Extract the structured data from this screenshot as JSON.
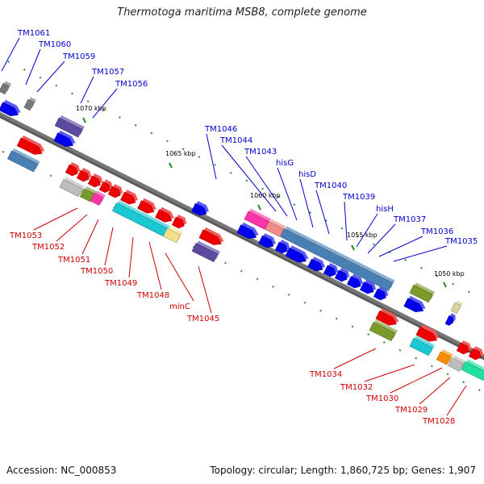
{
  "title": "Thermotoga maritima MSB8, complete genome",
  "footer": {
    "accession": "Accession: NC_000853",
    "topology": "Topology: circular; Length: 1,860,725 bp; Genes: 1,907"
  },
  "scale_labels": [
    "1070 kbp",
    "1065 kbp",
    "1060 kbp",
    "1055 kbp",
    "1050 kbp"
  ],
  "upper_labels": [
    "TM1061",
    "TM1060",
    "TM1059",
    "TM1057",
    "TM1056",
    "TM1046",
    "TM1044",
    "TM1043",
    "hisG",
    "hisD",
    "TM1040",
    "TM1039",
    "hisH",
    "TM1037",
    "TM1036",
    "TM1035"
  ],
  "lower_labels": [
    "TM1053",
    "TM1052",
    "TM1051",
    "TM1050",
    "TM1049",
    "TM1048",
    "minC",
    "TM1045",
    "TM1034",
    "TM1032",
    "TM1030",
    "TM1029",
    "TM1028"
  ],
  "colors": {
    "blue_gene": "#0000ee",
    "red_gene": "#ee0000",
    "label_upper": "#0000cc",
    "label_lower": "#cc0000",
    "backbone": "#777777",
    "tick": "#2a8a2a"
  }
}
